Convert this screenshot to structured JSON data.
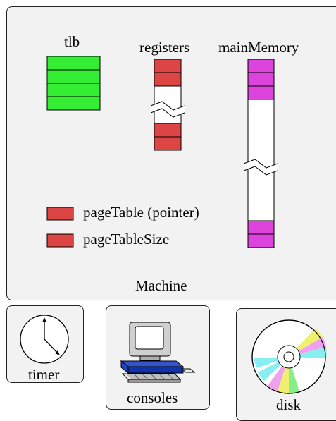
{
  "machine": {
    "label": "Machine",
    "tlb": {
      "label": "tlb"
    },
    "registers": {
      "label": "registers"
    },
    "main_memory": {
      "label": "mainMemory"
    },
    "legend": [
      {
        "label": "pageTable (pointer)"
      },
      {
        "label": "pageTableSize"
      }
    ]
  },
  "devices": {
    "timer": {
      "label": "timer",
      "icon": "clock-icon"
    },
    "consoles": {
      "label": "consoles",
      "icon": "computer-icon"
    },
    "disk": {
      "label": "disk",
      "icon": "cd-icon"
    }
  },
  "colors": {
    "tlb": "#33ee33",
    "register": "#dd4444",
    "memory": "#dd44dd",
    "panel": "#f2f2f2"
  }
}
